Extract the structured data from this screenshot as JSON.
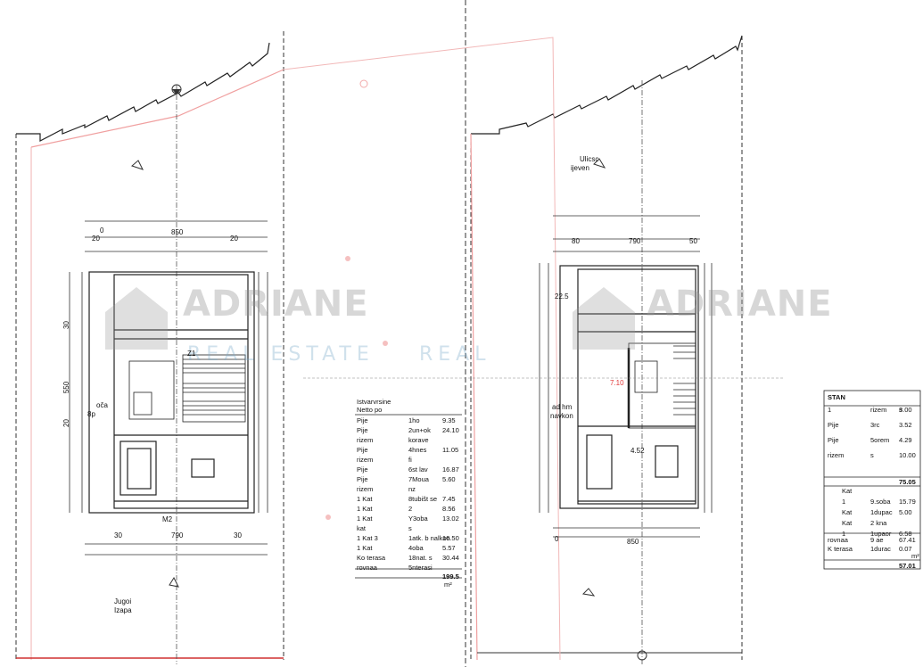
{
  "left_plan": {
    "dims_top": [
      "0",
      "20",
      "850",
      "20"
    ],
    "dims_bottom": [
      "30",
      "790",
      "30"
    ],
    "side_labels": [
      "30",
      "550",
      "20"
    ],
    "label_bottom": "M2",
    "label_top": "Z1",
    "label_side": "oča",
    "label_side_2": "8p",
    "label_bottom_left": [
      "Jugoi",
      "Izapa"
    ]
  },
  "right_plan": {
    "dims_top": [
      "80",
      "790",
      "50"
    ],
    "dims_bottom": [
      "0",
      "850"
    ],
    "label_top_note": [
      "Ulicsc",
      "ijeven"
    ],
    "label_top_left": "22.5",
    "label_red": "7.10",
    "label_side": [
      "ad hm",
      "navkon"
    ],
    "value_box": "4.52"
  },
  "table_left": {
    "heading": [
      "Istvarvrsine",
      "Netto po"
    ],
    "rows": [
      [
        "Pije",
        "1ho",
        "9.35"
      ],
      [
        "Pije",
        "2un+ok",
        "24.10"
      ],
      [
        "rizem",
        "korave",
        ""
      ],
      [
        "Pije",
        "4hnes",
        "11.05"
      ],
      [
        "rizem",
        "fi",
        ""
      ],
      [
        "Pije",
        "6st lav",
        "16.87"
      ],
      [
        "Pije",
        "7Moua",
        "5.60"
      ],
      [
        "rizem",
        "nz",
        ""
      ],
      [
        "1 Kat",
        "8tubišt se",
        "7.45"
      ],
      [
        "1 Kat",
        "2",
        "8.56"
      ],
      [
        "1 Kat",
        "Y3oba",
        "13.02"
      ],
      [
        "kat",
        "s",
        ""
      ],
      [
        "1 Kat 3",
        "1atk. b nalkon",
        "16.50"
      ],
      [
        "1 Kat",
        "4oba",
        "5.57"
      ],
      [
        "Ko terasa",
        "18nat. s",
        "30.44"
      ],
      [
        "rovnaa",
        "5nterasi",
        ""
      ]
    ],
    "total": "199.5",
    "unit": "m²"
  },
  "table_right": {
    "heading": "STAN",
    "rows": [
      [
        "1",
        "rizem",
        "s",
        "3.00"
      ],
      [
        "Pije",
        "3rc",
        "3.52"
      ],
      [
        "Pije",
        "5orem",
        "4.29"
      ],
      [
        "rizem",
        "s",
        "10.00"
      ]
    ],
    "subtotal": "75.05",
    "rows2": [
      [
        "Kat",
        "",
        ""
      ],
      [
        "1",
        "9.soba",
        "15.79"
      ],
      [
        "Kat",
        "1dupac",
        "5.00"
      ],
      [
        "Kat",
        "2 kna",
        ""
      ],
      [
        "1",
        "1upaor",
        "6.58"
      ]
    ],
    "rows3": [
      [
        "rovnaa",
        "9 ae",
        "67.41"
      ],
      [
        "K terasa",
        "1durac",
        "0.07"
      ]
    ],
    "total": "57.01",
    "unit": "m²"
  },
  "watermark": {
    "brand_left": "ADRIANE",
    "brand_right": "ADRIANE",
    "sub_left": "REAL ESTATE",
    "sub_right": "REAL"
  },
  "colors": {
    "line": "#222222",
    "red": "#e23a3a",
    "pink": "#f0a0a0"
  }
}
